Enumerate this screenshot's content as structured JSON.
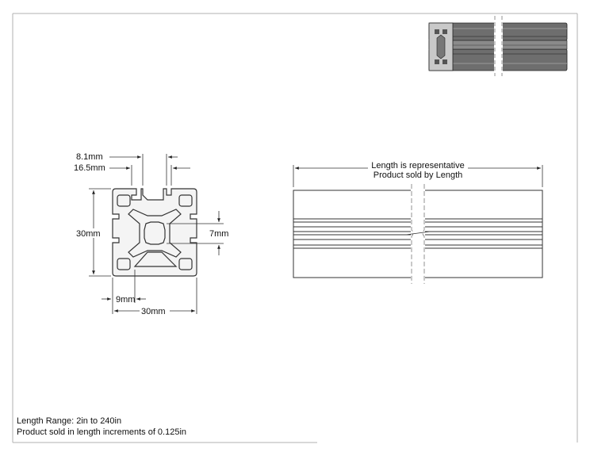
{
  "cross_section": {
    "dim_slot_opening": "8.1mm",
    "dim_slot_offset": "16.5mm",
    "dim_height": "30mm",
    "dim_core": "7mm",
    "dim_wall": "9mm",
    "dim_width": "30mm"
  },
  "side_view": {
    "line1": "Length is representative",
    "line2": "Product sold by Length"
  },
  "notes": {
    "length_range": "Length Range: 2in to 240in",
    "increments": "Product sold in length increments of 0.125in"
  },
  "colors": {
    "line": "#333333",
    "profile_fill": "#f4f4f4",
    "thumb_fill": "#6e6e6e",
    "border": "#b0b0b0"
  }
}
